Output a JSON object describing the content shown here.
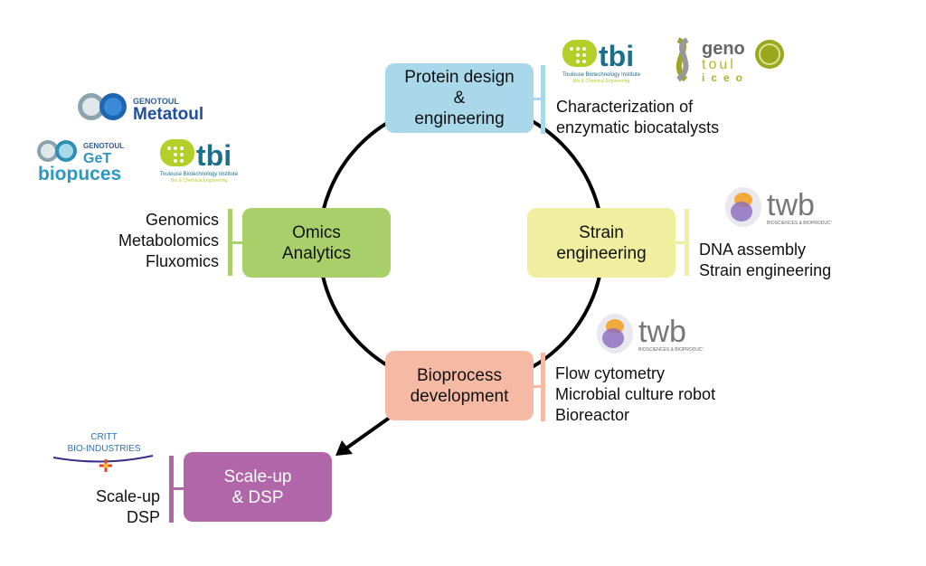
{
  "colors": {
    "protein": "#a8d8ea",
    "omics": "#a9cf6b",
    "strain": "#f0ee9f",
    "bioprocess": "#f6b9a4",
    "scaleup": "#b066a8",
    "cycle": "#000000"
  },
  "nodes": {
    "protein": {
      "label": "Protein design\n&\nengineering",
      "items": [
        "Characterization of",
        "enzymatic biocatalysts"
      ]
    },
    "omics": {
      "label": "Omics\nAnalytics",
      "items": [
        "Genomics",
        "Metabolomics",
        "Fluxomics"
      ]
    },
    "strain": {
      "label": "Strain\nengineering",
      "items": [
        "DNA assembly",
        "Strain engineering"
      ]
    },
    "bioprocess": {
      "label": "Bioprocess\ndevelopment",
      "items": [
        "Flow cytometry",
        "Microbial culture robot",
        "Bioreactor"
      ]
    },
    "scaleup": {
      "label": "Scale-up\n& DSP",
      "items": [
        "Scale-up",
        "DSP"
      ]
    }
  },
  "logos": {
    "tbi": {
      "name": "tbi",
      "sub1": "Toulouse Biotechnology Institute",
      "sub2": "Bio & Chemical Engineering"
    },
    "genotoul_iceo": {
      "line1": "geno",
      "line2": "toul",
      "line3": "i c e o"
    },
    "metatoul": {
      "top": "Genotoul",
      "name": "Metatoul"
    },
    "biopuces": {
      "top": "Genotoul",
      "mid": "GeT",
      "name": "biopuces"
    },
    "twb": {
      "name": "twb",
      "sub": "BIOSCIENCES & BIOPRODUCTION"
    },
    "critt": {
      "line1": "CRITT",
      "line2": "BIO-INDUSTRIES"
    }
  }
}
